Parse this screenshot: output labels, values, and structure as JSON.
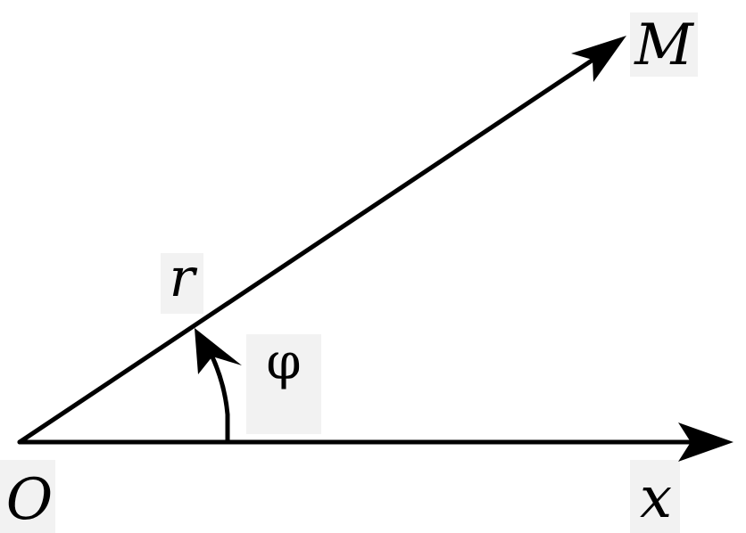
{
  "diagram": {
    "labels": {
      "origin": "O",
      "axis": "x",
      "point": "M",
      "radius": "r",
      "angle": "φ"
    },
    "colors": {
      "stroke": "#000000",
      "label_background": "#f2f2f2",
      "background": "#ffffff"
    }
  }
}
